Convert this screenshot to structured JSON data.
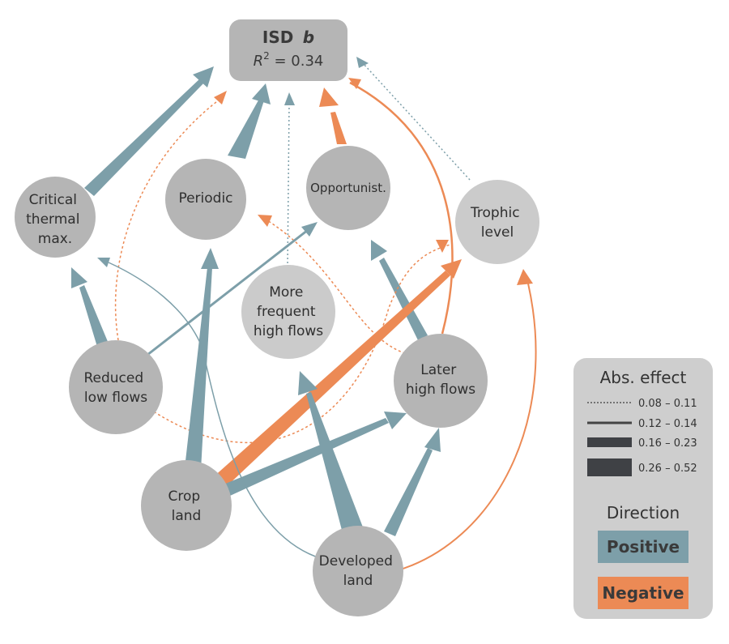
{
  "colors": {
    "positive": "#7d9fa9",
    "negative": "#ec8a55",
    "node_dark": "#b5b5b5",
    "node_light": "#cbcbcb",
    "legend_bg": "#cecece",
    "text": "#333333"
  },
  "response": {
    "title_bold": "ISD",
    "title_italic": "b",
    "r2_symbol": "R",
    "r2_power": "2",
    "r2_value": " = 0.34"
  },
  "nodes": {
    "critical": [
      "Critical",
      "thermal",
      "max."
    ],
    "periodic": [
      "Periodic"
    ],
    "opportunist": [
      "Opportunist."
    ],
    "trophic": [
      "Trophic",
      "level"
    ],
    "more_frequent": [
      "More",
      "frequent",
      "high flows"
    ],
    "reduced_low": [
      "Reduced",
      "low flows"
    ],
    "later_high": [
      "Later",
      "high flows"
    ],
    "crop": [
      "Crop",
      "land"
    ],
    "developed": [
      "Developed",
      "land"
    ]
  },
  "edges": [
    {
      "from": "critical",
      "to": "isd",
      "sign": "positive",
      "effect_class": "0.26 – 0.52"
    },
    {
      "from": "periodic",
      "to": "isd",
      "sign": "positive",
      "effect_class": "0.26 – 0.52"
    },
    {
      "from": "opportunist",
      "to": "isd",
      "sign": "negative",
      "effect_class": "0.16 – 0.23"
    },
    {
      "from": "trophic",
      "to": "isd",
      "sign": "positive",
      "effect_class": "0.08 – 0.11"
    },
    {
      "from": "more_frequent",
      "to": "isd",
      "sign": "positive",
      "effect_class": "0.08 – 0.11"
    },
    {
      "from": "reduced_low",
      "to": "isd",
      "sign": "negative",
      "effect_class": "0.08 – 0.11"
    },
    {
      "from": "later_high",
      "to": "isd",
      "sign": "negative",
      "effect_class": "0.12 – 0.14"
    },
    {
      "from": "later_high",
      "to": "periodic",
      "sign": "negative",
      "effect_class": "0.08 – 0.11"
    },
    {
      "from": "later_high",
      "to": "opportunist",
      "sign": "positive",
      "effect_class": "0.16 – 0.23"
    },
    {
      "from": "reduced_low",
      "to": "critical",
      "sign": "positive",
      "effect_class": "0.16 – 0.23"
    },
    {
      "from": "reduced_low",
      "to": "opportunist",
      "sign": "positive",
      "effect_class": "0.12 – 0.14"
    },
    {
      "from": "reduced_low",
      "to": "trophic",
      "sign": "negative",
      "effect_class": "0.08 – 0.11"
    },
    {
      "from": "crop",
      "to": "periodic",
      "sign": "positive",
      "effect_class": "0.26 – 0.52"
    },
    {
      "from": "crop",
      "to": "trophic",
      "sign": "negative",
      "effect_class": "0.16 – 0.23"
    },
    {
      "from": "crop",
      "to": "later_high",
      "sign": "positive",
      "effect_class": "0.16 – 0.23"
    },
    {
      "from": "developed",
      "to": "more_frequent",
      "sign": "positive",
      "effect_class": "0.26 – 0.52"
    },
    {
      "from": "developed",
      "to": "later_high",
      "sign": "positive",
      "effect_class": "0.16 – 0.23"
    },
    {
      "from": "developed",
      "to": "critical",
      "sign": "positive",
      "effect_class": "0.12 – 0.14"
    },
    {
      "from": "developed",
      "to": "trophic",
      "sign": "negative",
      "effect_class": "0.12 – 0.14"
    }
  ],
  "legend": {
    "effect_title": "Abs. effect",
    "effect_items": [
      "0.08 – 0.11",
      "0.12 – 0.14",
      "0.16 – 0.23",
      "0.26 – 0.52"
    ],
    "direction_title": "Direction",
    "positive_label": "Positive",
    "negative_label": "Negative"
  }
}
